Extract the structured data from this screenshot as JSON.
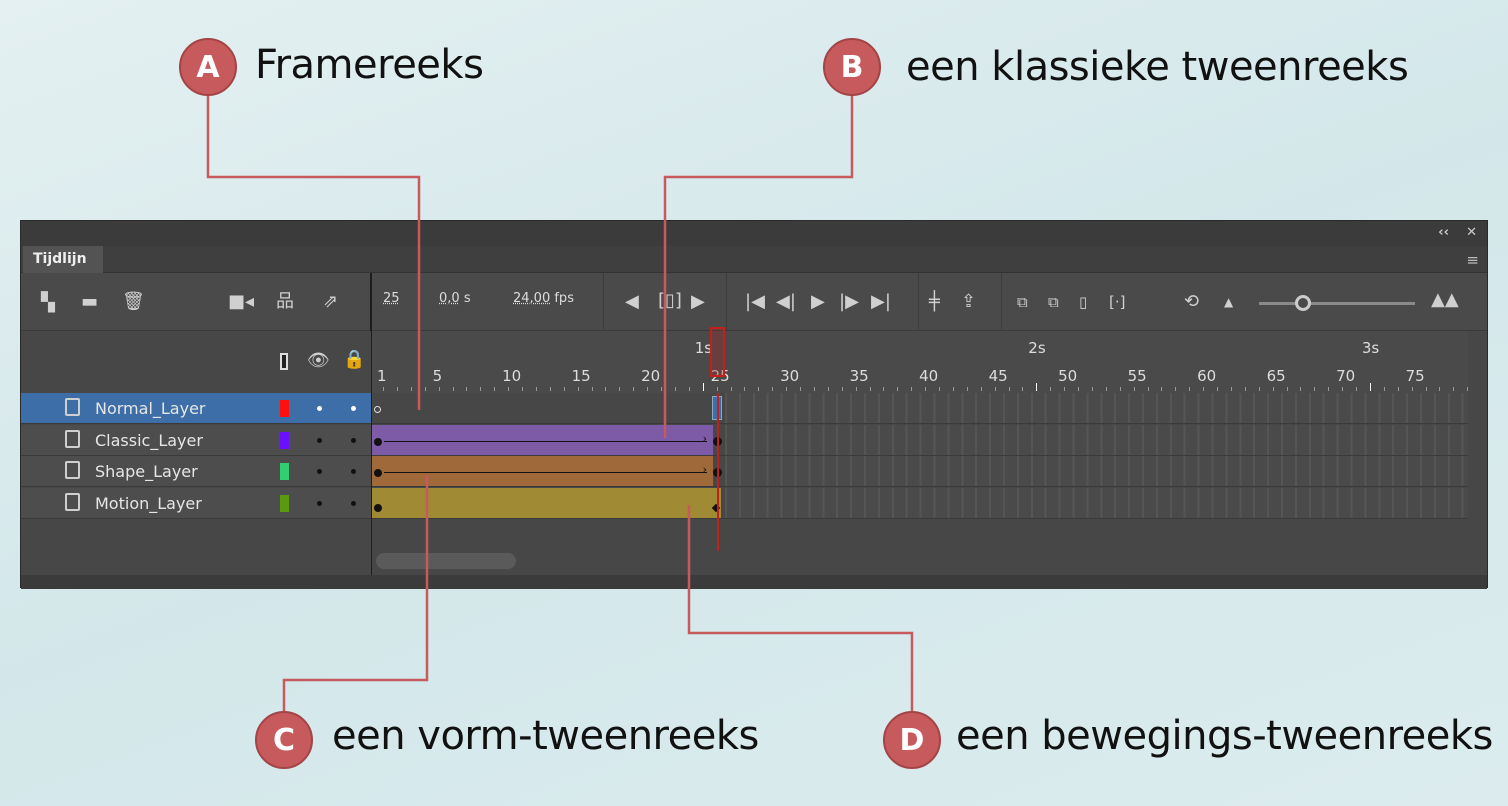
{
  "callouts": [
    {
      "letter": "A",
      "text": "Framereeks"
    },
    {
      "letter": "B",
      "text": "een klassieke tweenreeks"
    },
    {
      "letter": "C",
      "text": "een vorm-tweenreeks"
    },
    {
      "letter": "D",
      "text": "een bewegings-tweenreeks"
    }
  ],
  "colors": {
    "callout": "#c65a5d",
    "classic_tween": "#7d5ba6",
    "shape_tween": "#a0693a",
    "motion_tween": "#a08a33",
    "selected_layer": "#3e6ea8",
    "playhead": "#c0201e"
  },
  "panel": {
    "tab": "Tijdlijn",
    "collapse": "‹‹",
    "close": "✕",
    "menu": "≡"
  },
  "toolbar": {
    "current_frame": "25",
    "time": "0,0",
    "time_unit": "s",
    "fps": "24,00",
    "fps_unit": "fps",
    "icons": [
      "new-layer",
      "new-folder",
      "delete",
      "camera",
      "parent-layers",
      "layer-depth",
      "prev-keyframe",
      "insert-keyframe",
      "next-keyframe",
      "first-frame",
      "step-back",
      "play",
      "step-forward",
      "last-frame",
      "center-frame",
      "loop",
      "onion-skin",
      "onion-skin-outlines",
      "edit-multiple",
      "onion-range",
      "undo",
      "zoom-out",
      "zoom-slider",
      "zoom-in"
    ],
    "zoom_level": 0.2
  },
  "ruler": {
    "frame_labels": [
      "1",
      "5",
      "10",
      "15",
      "20",
      "25",
      "30",
      "35",
      "40",
      "45",
      "50",
      "55",
      "60",
      "65",
      "70",
      "75"
    ],
    "seconds_labels": [
      "1s",
      "2s",
      "3s"
    ],
    "current_frame": 25
  },
  "layers": [
    {
      "name": "Normal_Layer",
      "color": "#ff1010",
      "type": "normal",
      "selected": true,
      "span": "frames"
    },
    {
      "name": "Classic_Layer",
      "color": "#6a10ff",
      "type": "normal",
      "selected": false,
      "span": "classic"
    },
    {
      "name": "Shape_Layer",
      "color": "#30d070",
      "type": "normal",
      "selected": false,
      "span": "shape"
    },
    {
      "name": "Motion_Layer",
      "color": "#5a9a10",
      "type": "motion",
      "selected": false,
      "span": "motion"
    }
  ]
}
